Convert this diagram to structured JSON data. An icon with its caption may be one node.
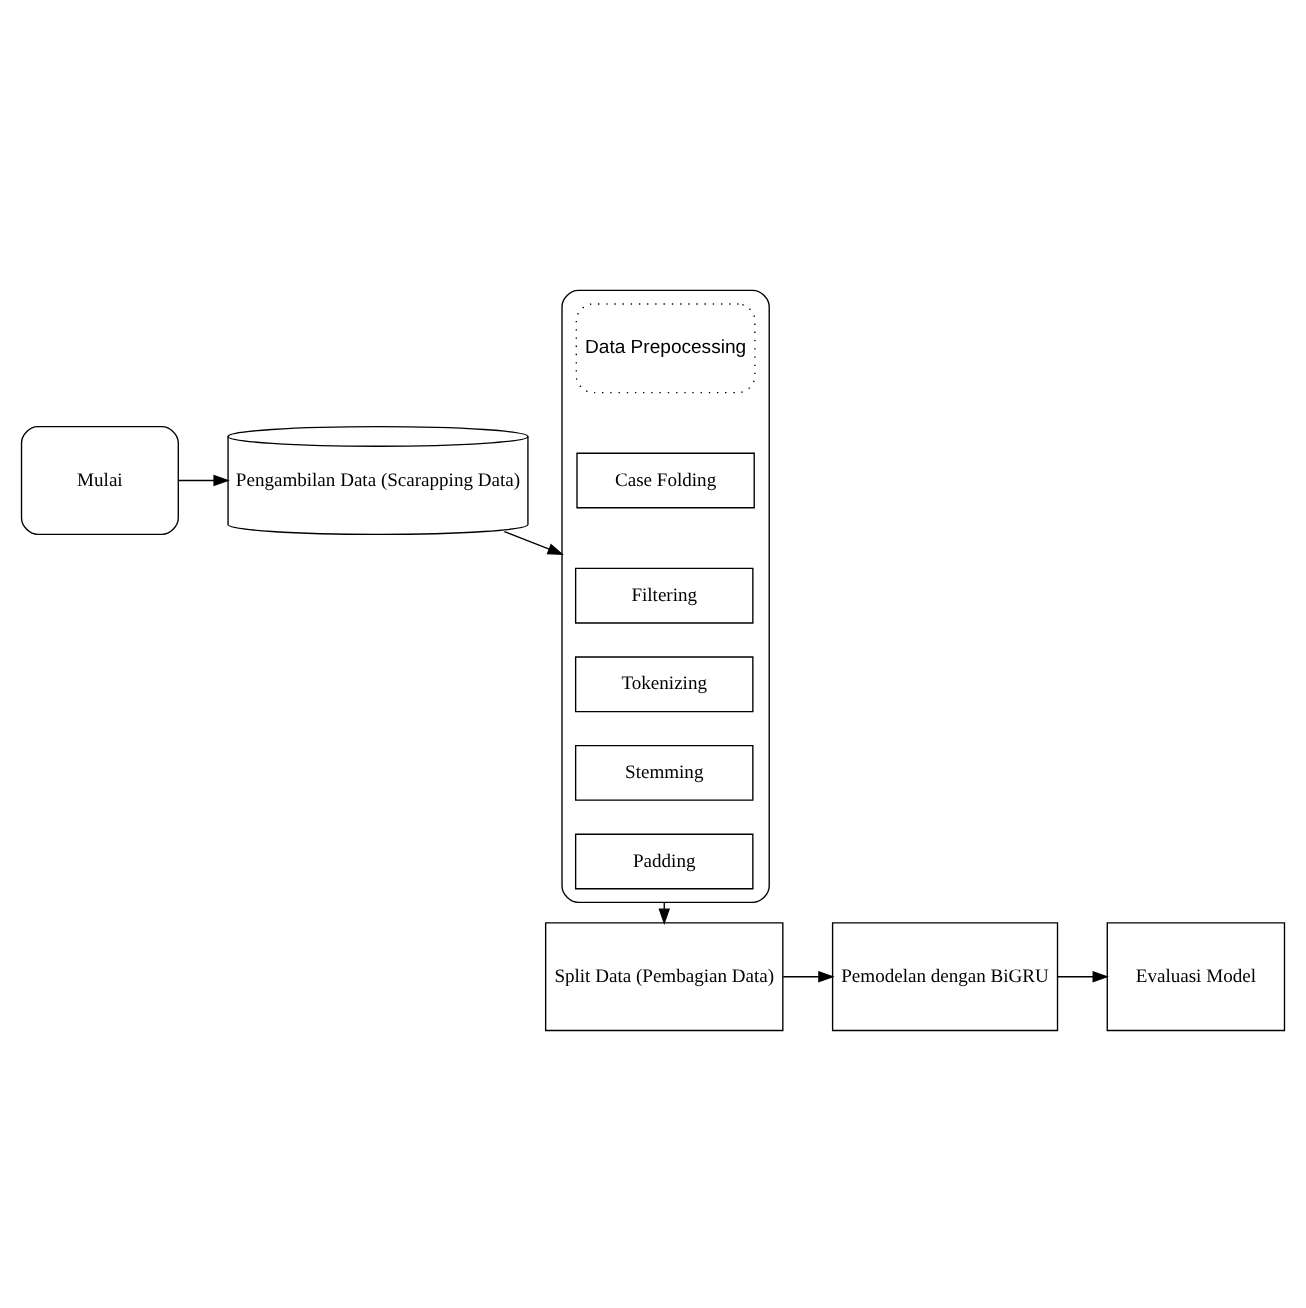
{
  "diagram": {
    "nodes": [
      {
        "text": [
          "Mulai"
        ]
      },
      {
        "text": [
          "Pengambilan Data (Scarapping Data)"
        ]
      },
      {
        "text": [],
        "shape": "box"
      },
      {
        "text": [
          "Data Prepocessing"
        ],
        "in": 2
      },
      {
        "text": [
          "Case Folding"
        ],
        "in": 2
      },
      {
        "text": [
          "Filtering"
        ],
        "in": 2
      },
      {
        "text": [
          "Tokenizing"
        ],
        "in": 2
      },
      {
        "text": [
          "Stemming"
        ],
        "in": 2
      },
      {
        "text": [
          "Padding"
        ],
        "in": 2
      },
      {
        "text": [
          "Split Data (Pembagian Data)"
        ]
      },
      {
        "text": [
          "Pemodelan dengan BiGRU"
        ]
      },
      {
        "text": [
          "Evaluasi Model"
        ]
      }
    ],
    "edges": [
      {
        "from": 0,
        "to": 1,
        "arrow": "to"
      },
      {
        "from": 1,
        "to": 2,
        "arrow": "to"
      },
      {
        "from": 2,
        "to": 9,
        "arrow": "to"
      },
      {
        "from": 9,
        "to": 10,
        "arrow": "to"
      },
      {
        "from": 10,
        "to": 11,
        "arrow": "to"
      }
    ]
  }
}
